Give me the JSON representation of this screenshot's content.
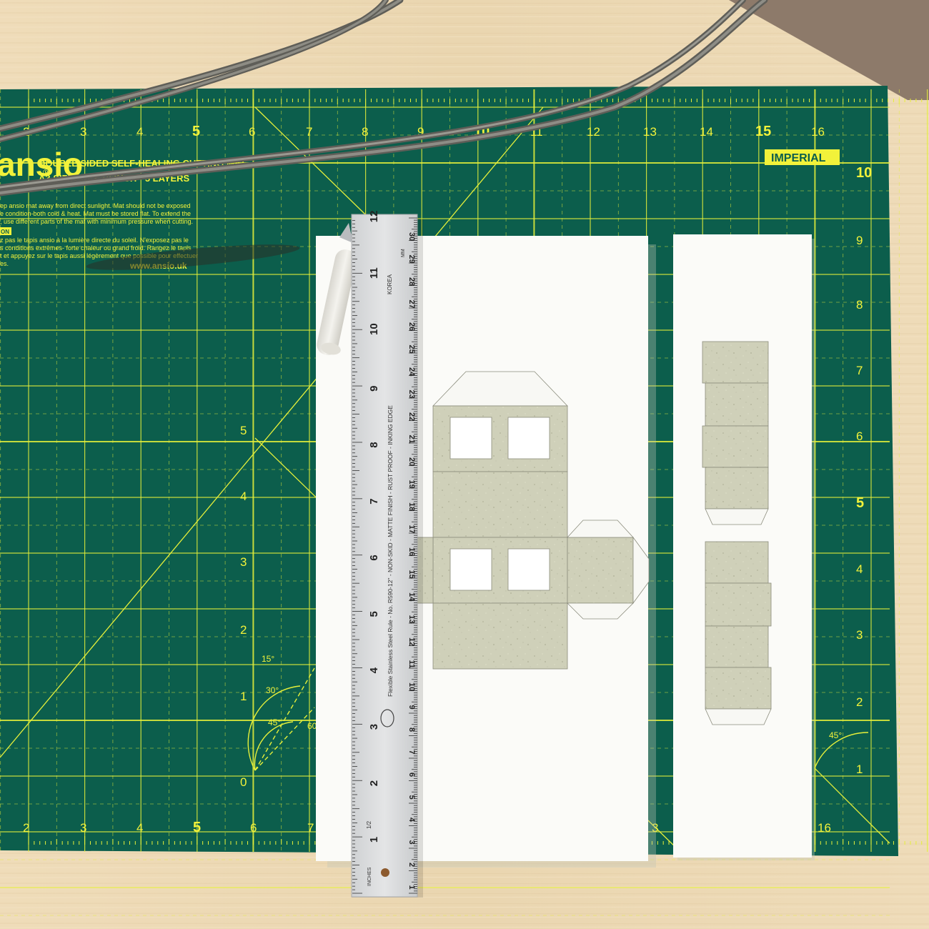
{
  "mat": {
    "brand": "ansio",
    "brand_mark": "®",
    "title": "DOUBLE SIDED SELF-HEALING CUTTING MAT",
    "size": "A3 SIZE: 18 X 12 INCH - 5 LAYERS",
    "notice_en": [
      "ep ansio mat away from direct sunlight. Mat should not be exposed",
      "e condition-both cold & heat. Mat must be stored flat. To extend the",
      ", use different parts of the mat with minimum pressure when cutting."
    ],
    "notice_label": "ON",
    "notice_fr": [
      "z pas le tapis ansio à la lumière directe du soleil. N'exposez pas le",
      "s conditions extrêmes- forte chaleur ou grand froid. Rangez le tapis",
      "t et appuyez sur le tapis aussi légèrement que possible pour effectuer",
      "es."
    ],
    "website": "www.ansio.uk",
    "badge": "IMPERIAL",
    "top_scale": [
      "2",
      "3",
      "4",
      "5",
      "6",
      "7",
      "8",
      "9",
      "10",
      "11",
      "12",
      "13",
      "14",
      "15",
      "16"
    ],
    "bottom_scale": [
      "2",
      "3",
      "4",
      "5",
      "6",
      "7",
      "3",
      "16"
    ],
    "right_scale": [
      "10",
      "9",
      "8",
      "7",
      "6",
      "5",
      "4",
      "3",
      "2",
      "1"
    ],
    "inner_scale": [
      "5",
      "4",
      "3",
      "2",
      "1",
      "0"
    ],
    "angles": [
      "15°",
      "30°",
      "45°",
      "60°",
      "45°"
    ],
    "colors": {
      "mat": "#0c5e4c",
      "lines": "#e6f03a",
      "wood": "#ecd9b6"
    }
  },
  "ruler": {
    "inch_numbers": [
      "12",
      "11",
      "10",
      "9",
      "8",
      "7",
      "6",
      "5",
      "4",
      "3",
      "2",
      "1"
    ],
    "cm_numbers": [
      "1",
      "2",
      "3",
      "4",
      "5",
      "6",
      "7",
      "8",
      "9",
      "10",
      "11",
      "12",
      "13",
      "14",
      "15",
      "16",
      "17",
      "18",
      "19",
      "20",
      "21",
      "22",
      "23",
      "24",
      "25",
      "26",
      "27",
      "28",
      "29",
      "30"
    ],
    "label": "Flexible Stainless Steel Rule - No. R590-12\" - NON-SKID - MATTE FINISH - RUST PROOF - INKING EDGE",
    "made_in": "KOREA",
    "units_top": "MM",
    "units_bottom": "INCHES",
    "fraction": "1/2"
  }
}
